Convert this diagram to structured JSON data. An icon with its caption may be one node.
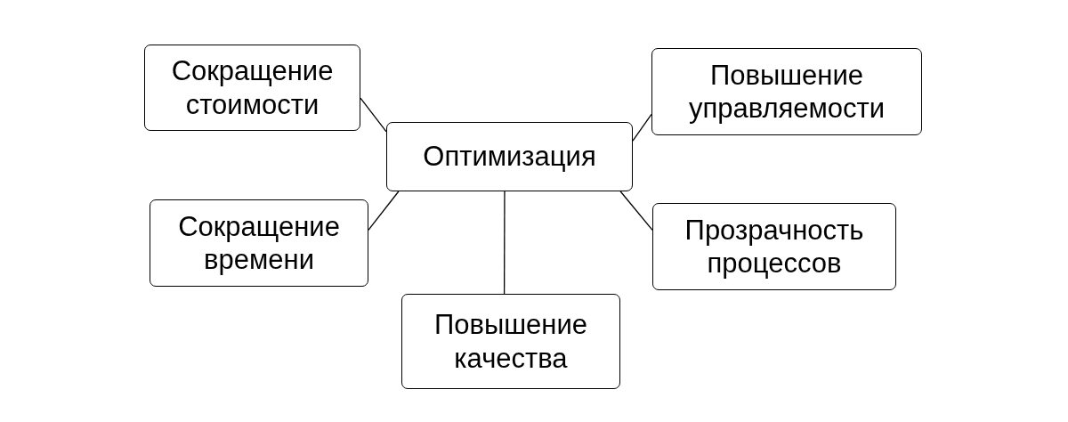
{
  "diagram": {
    "nodes": [
      {
        "text": [
          "Сокращение стоимости"
        ]
      },
      {
        "text": [
          "Повышение управляемости"
        ]
      },
      {
        "text": [
          "Оптимизация"
        ]
      },
      {
        "text": [
          "Сокращение времени"
        ]
      },
      {
        "text": [
          "Прозрачность процессов"
        ]
      },
      {
        "text": [
          "Повышение качества"
        ]
      }
    ],
    "edges": [
      {
        "from": 2,
        "to": 0,
        "arrow": "none"
      },
      {
        "from": 2,
        "to": 1,
        "arrow": "none"
      },
      {
        "from": 2,
        "to": 3,
        "arrow": "none"
      },
      {
        "from": 2,
        "to": 4,
        "arrow": "none"
      },
      {
        "from": 2,
        "to": 5,
        "arrow": "none"
      }
    ]
  }
}
